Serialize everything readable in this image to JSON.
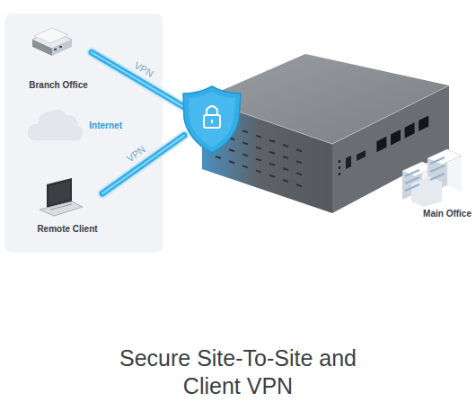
{
  "diagram": {
    "title": "Secure Site-To-Site and Client VPN",
    "nodes": [
      {
        "text": [
          "Branch Office"
        ]
      },
      {
        "text": [
          "Internet"
        ]
      },
      {
        "text": [
          "Remote Client"
        ]
      },
      {
        "text": [
          "Main Office"
        ]
      }
    ],
    "edges": [
      {
        "from": 0,
        "to": 3,
        "label": "VPN",
        "arrow": "none"
      },
      {
        "from": 2,
        "to": 3,
        "label": "VPN",
        "arrow": "none"
      }
    ]
  }
}
